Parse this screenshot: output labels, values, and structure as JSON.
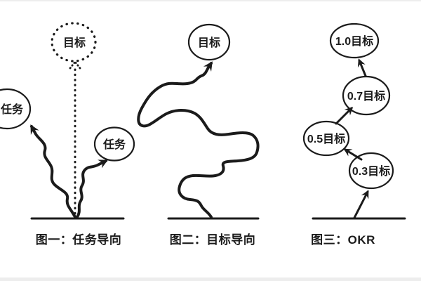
{
  "colors": {
    "ink": "#1b1b1b",
    "background": "#ffffff",
    "edge_strip": "#ededed"
  },
  "figure1": {
    "caption": "图一：任务导向",
    "goal_label": "目标",
    "task_left_label": "任务",
    "task_right_label": "任务"
  },
  "figure2": {
    "caption": "图二：目标导向",
    "goal_label": "目标"
  },
  "figure3": {
    "caption": "图三：OKR",
    "node_top": "1.0目标",
    "node_07": "0.7目标",
    "node_05": "0.5目标",
    "node_03": "0.3目标"
  }
}
